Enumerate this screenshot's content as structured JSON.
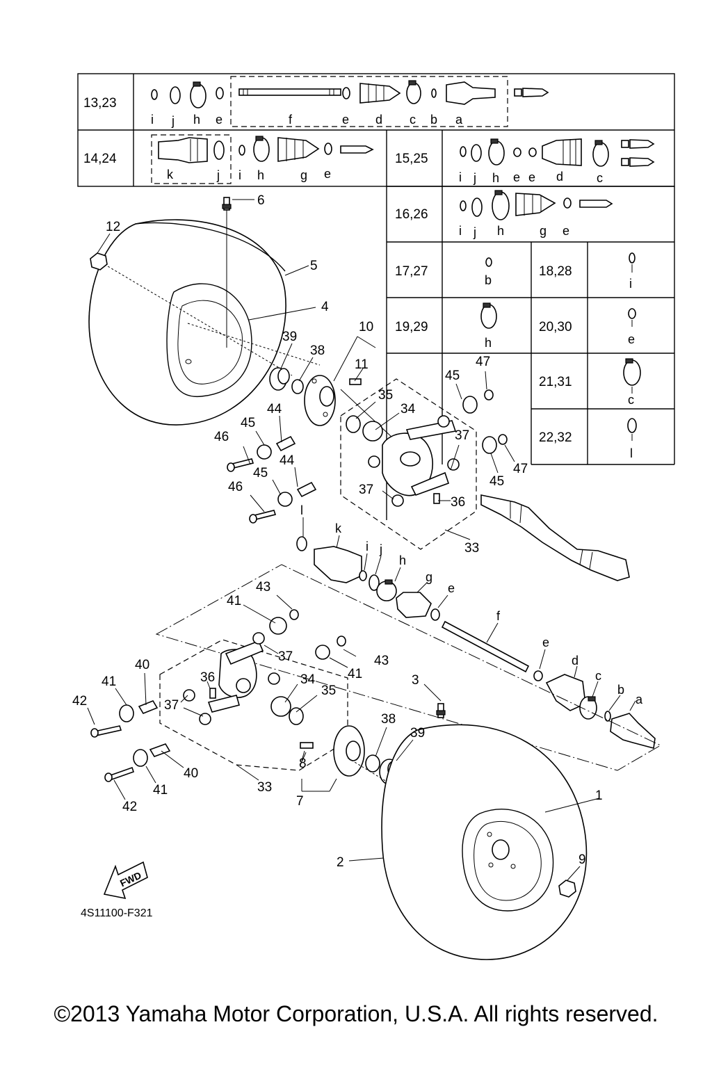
{
  "table": {
    "rows": [
      {
        "key": "13,23",
        "letters": [
          "i",
          "j",
          "h",
          "e",
          "f",
          "e",
          "d",
          "c",
          "b",
          "a"
        ]
      },
      {
        "key": "14,24",
        "letters": [
          "k",
          "j",
          "i",
          "h",
          "g",
          "e"
        ]
      },
      {
        "key": "15,25",
        "letters": [
          "i",
          "j",
          "h",
          "e",
          "e",
          "d",
          "c"
        ]
      },
      {
        "key": "16,26",
        "letters": [
          "i",
          "j",
          "h",
          "g",
          "e"
        ]
      },
      {
        "key": "17,27",
        "letters": [
          "b"
        ]
      },
      {
        "key": "18,28",
        "letters": [
          "i"
        ]
      },
      {
        "key": "19,29",
        "letters": [
          "h"
        ]
      },
      {
        "key": "20,30",
        "letters": [
          "e"
        ]
      },
      {
        "key": "21,31",
        "letters": [
          "c"
        ]
      },
      {
        "key": "22,32",
        "letters": [
          "l"
        ]
      }
    ]
  },
  "part_numbers": [
    "1",
    "2",
    "3",
    "4",
    "5",
    "6",
    "7",
    "8",
    "9",
    "10",
    "11",
    "12",
    "33",
    "34",
    "35",
    "36",
    "37",
    "38",
    "39",
    "40",
    "41",
    "42",
    "43",
    "44",
    "45",
    "46",
    "47"
  ],
  "sub_letters": [
    "a",
    "b",
    "c",
    "d",
    "e",
    "f",
    "g",
    "h",
    "i",
    "j",
    "k",
    "l"
  ],
  "fwd_label": "FWD",
  "diagram_id": "4S11100-F321",
  "copyright": "©2013 Yamaha Motor Corporation, U.S.A. All rights reserved."
}
